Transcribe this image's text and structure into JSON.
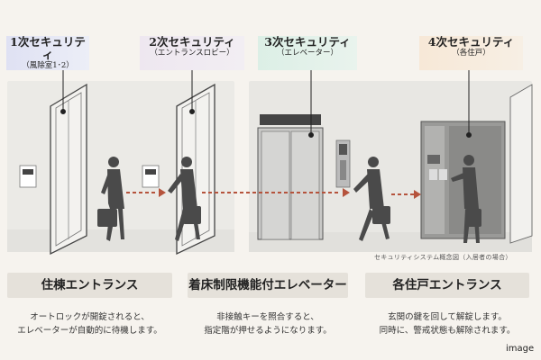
{
  "levels": [
    {
      "title": "1次セキュリティ",
      "subtitle": "（風除室1･2）"
    },
    {
      "title": "2次セキュリティ",
      "subtitle": "（エントランスロビー）"
    },
    {
      "title": "3次セキュリティ",
      "subtitle": "（エレベーター）"
    },
    {
      "title": "4次セキュリティ",
      "subtitle": "（各住戸）"
    }
  ],
  "fine_print": "セキュリティシステム概念図（入居者の場合）",
  "captions": [
    {
      "title": "住棟エントランス",
      "lines": [
        "オートロックが開錠されると、",
        "エレベーターが自動的に待機します。"
      ]
    },
    {
      "title": "着床制限機能付エレベーター",
      "lines": [
        "非接触キーを照合すると、",
        "指定階が押せるようになります。"
      ]
    },
    {
      "title": "各住戸エントランス",
      "lines": [
        "玄関の鍵を回して解錠します。",
        "同時に、警戒状態も解除されます。"
      ]
    }
  ],
  "image_tag": "image",
  "colors": {
    "arrow": "#b5533c",
    "figure": "#4a4a4a",
    "marker": "#222222"
  },
  "icons": [
    "intercom-panel-icon",
    "person-silhouette-icon",
    "dotted-arrow-icon",
    "elevator-icon",
    "door-icon"
  ]
}
